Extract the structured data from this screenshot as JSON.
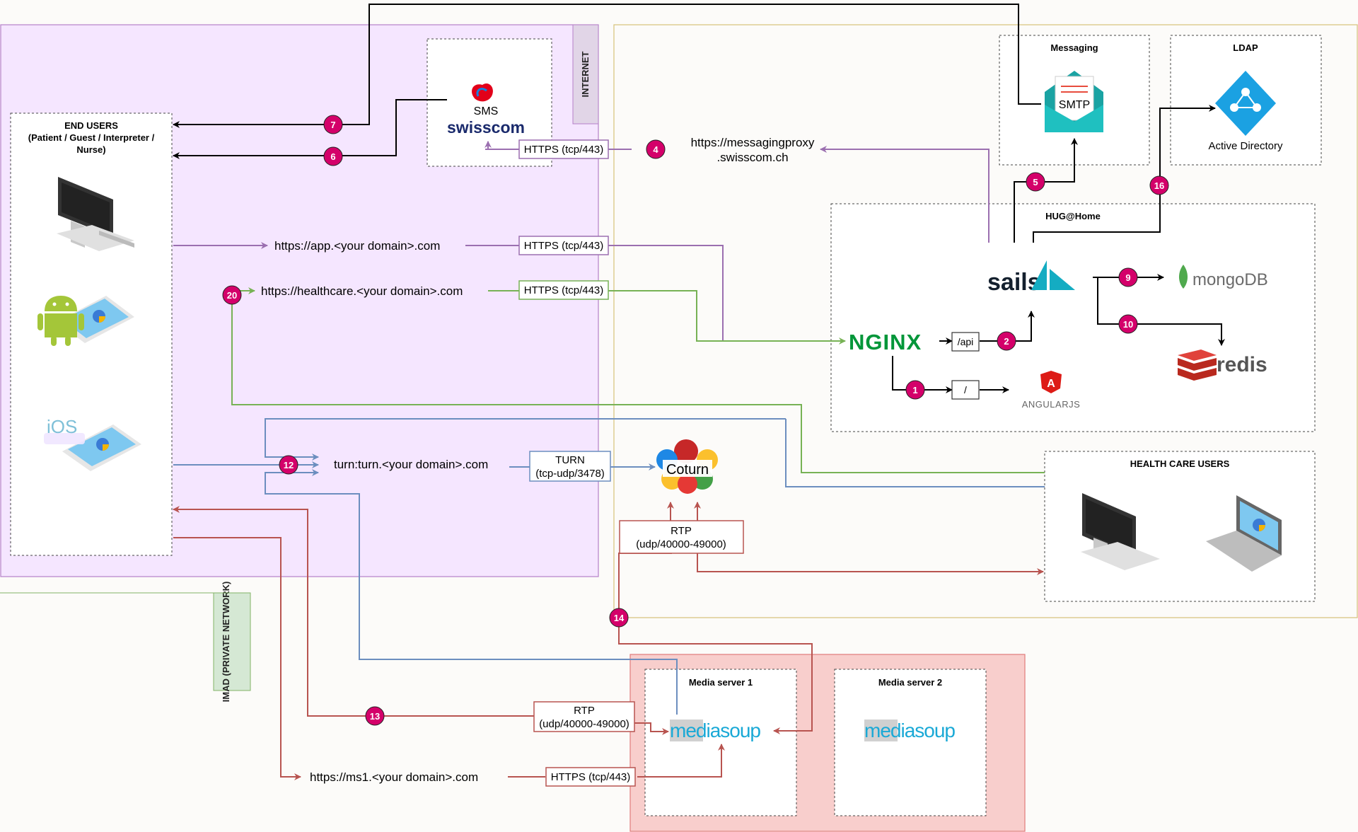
{
  "zones": {
    "internet": "INTERNET",
    "imad": "IMAD (PRIVATE NETWORK)"
  },
  "boxes": {
    "end_users_title": "END USERS",
    "end_users_subtitle": "(Patient / Guest / Interpreter /",
    "end_users_subtitle2": "Nurse)",
    "messaging": "Messaging",
    "ldap": "LDAP",
    "hug_home": "HUG@Home",
    "health_care_users": "HEALTH CARE USERS",
    "media_server_1": "Media server 1",
    "media_server_2": "Media server 2"
  },
  "logos": {
    "sms": "SMS",
    "swisscom": "swisscom",
    "smtp": "SMTP",
    "active_directory": "Active Directory",
    "sails": "sails",
    "mongodb": "mongoDB",
    "redis": "redis",
    "nginx": "NGINX",
    "angularjs": "ANGULARJS",
    "coturn": "Coturn",
    "mediasoup": "mediasoup",
    "ios": "iOS"
  },
  "urls": {
    "messagingproxy_1": "https://messagingproxy",
    "messagingproxy_2": ".swisscom.ch",
    "app": "https://app.<your domain>.com",
    "healthcare": "https://healthcare.<your domain>.com",
    "turn": "turn:turn.<your domain>.com",
    "ms1": "https://ms1.<your domain>.com"
  },
  "labels": {
    "https_sms": "HTTPS (tcp/443)",
    "https_app": "HTTPS (tcp/443)",
    "https_healthcare": "HTTPS (tcp/443)",
    "https_ms1": "HTTPS (tcp/443)",
    "turn_1": "TURN",
    "turn_2": "(tcp-udp/3478)",
    "rtp_coturn_1": "RTP",
    "rtp_coturn_2": "(udp/40000-49000)",
    "rtp_ms_1": "RTP",
    "rtp_ms_2": "(udp/40000-49000)",
    "api": "/api",
    "root": "/"
  },
  "badges": {
    "b1": "1",
    "b2": "2",
    "b4": "4",
    "b5": "5",
    "b6": "6",
    "b7": "7",
    "b9": "9",
    "b10": "10",
    "b12": "12",
    "b13": "13",
    "b14": "14",
    "b16": "16",
    "b20": "20"
  },
  "colors": {
    "purple": "#9b6fb0",
    "green": "#77b255",
    "blue": "#6c8ebf",
    "red": "#b85450",
    "black": "#000000",
    "badge": "#d4006a",
    "internet_fill": "#f5e6ff",
    "imad_fill": "#f8cecc",
    "yellow_border": "#d6c27a"
  }
}
